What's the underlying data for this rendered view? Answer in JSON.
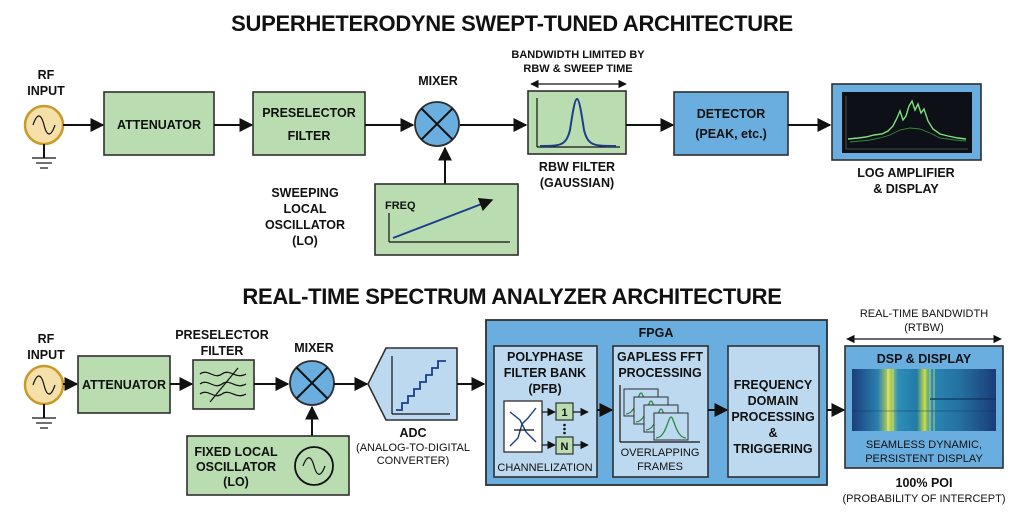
{
  "top": {
    "title": "SUPERHETERODYNE SWEPT-TUNED ARCHITECTURE",
    "rf_input": [
      "RF",
      "INPUT"
    ],
    "attenuator": "ATTENUATOR",
    "preselector": [
      "PRESELECTOR",
      "FILTER"
    ],
    "mixer": "MIXER",
    "lo_label": [
      "SWEEPING",
      "LOCAL",
      "OSCILLATOR",
      "(LO)"
    ],
    "lo_axis": "FREQ",
    "bandwidth_note": [
      "BANDWIDTH LIMITED BY",
      "RBW & SWEEP TIME"
    ],
    "rbw_filter": [
      "RBW FILTER",
      "(GAUSSIAN)"
    ],
    "detector": [
      "DETECTOR",
      "(PEAK, etc.)"
    ],
    "display": [
      "LOG AMPLIFIER",
      "& DISPLAY"
    ]
  },
  "bottom": {
    "title": "REAL-TIME SPECTRUM ANALYZER ARCHITECTURE",
    "rf_input": [
      "RF",
      "INPUT"
    ],
    "attenuator": "ATTENUATOR",
    "preselector": [
      "PRESELECTOR",
      "FILTER"
    ],
    "mixer": "MIXER",
    "lo_label": [
      "FIXED LOCAL",
      "OSCILLATOR",
      "(LO)"
    ],
    "adc": "ADC",
    "adc_sub": [
      "(ANALOG-TO-DIGITAL",
      "CONVERTER)"
    ],
    "fpga": "FPGA",
    "pfb": [
      "POLYPHASE",
      "FILTER BANK",
      "(PFB)"
    ],
    "pfb_ch1": "1",
    "pfb_chn": "N",
    "pfb_caption": "CHANNELIZATION",
    "fft": [
      "GAPLESS FFT",
      "PROCESSING"
    ],
    "fft_caption": [
      "OVERLAPPING",
      "FRAMES"
    ],
    "freq_domain": [
      "FREQUENCY",
      "DOMAIN",
      "PROCESSING",
      "&",
      "TRIGGERING"
    ],
    "rtbw_note": [
      "REAL-TIME BANDWIDTH",
      "(RTBW)"
    ],
    "dsp": "DSP & DISPLAY",
    "dsp_caption": [
      "SEAMLESS DYNAMIC,",
      "PERSISTENT DISPLAY"
    ],
    "poi": "100% POI",
    "poi_sub": "(PROBABILITY OF INTERCEPT)"
  },
  "colors": {
    "green_box": "#b9ddb0",
    "blue_box": "#6aaee0",
    "light_blue_box": "#bcd9f0",
    "source_fill": "#f4e0a8",
    "source_stroke": "#c99a2a",
    "mixer_fill": "#6aaee0",
    "spectrum_green": "#7ee07a"
  }
}
